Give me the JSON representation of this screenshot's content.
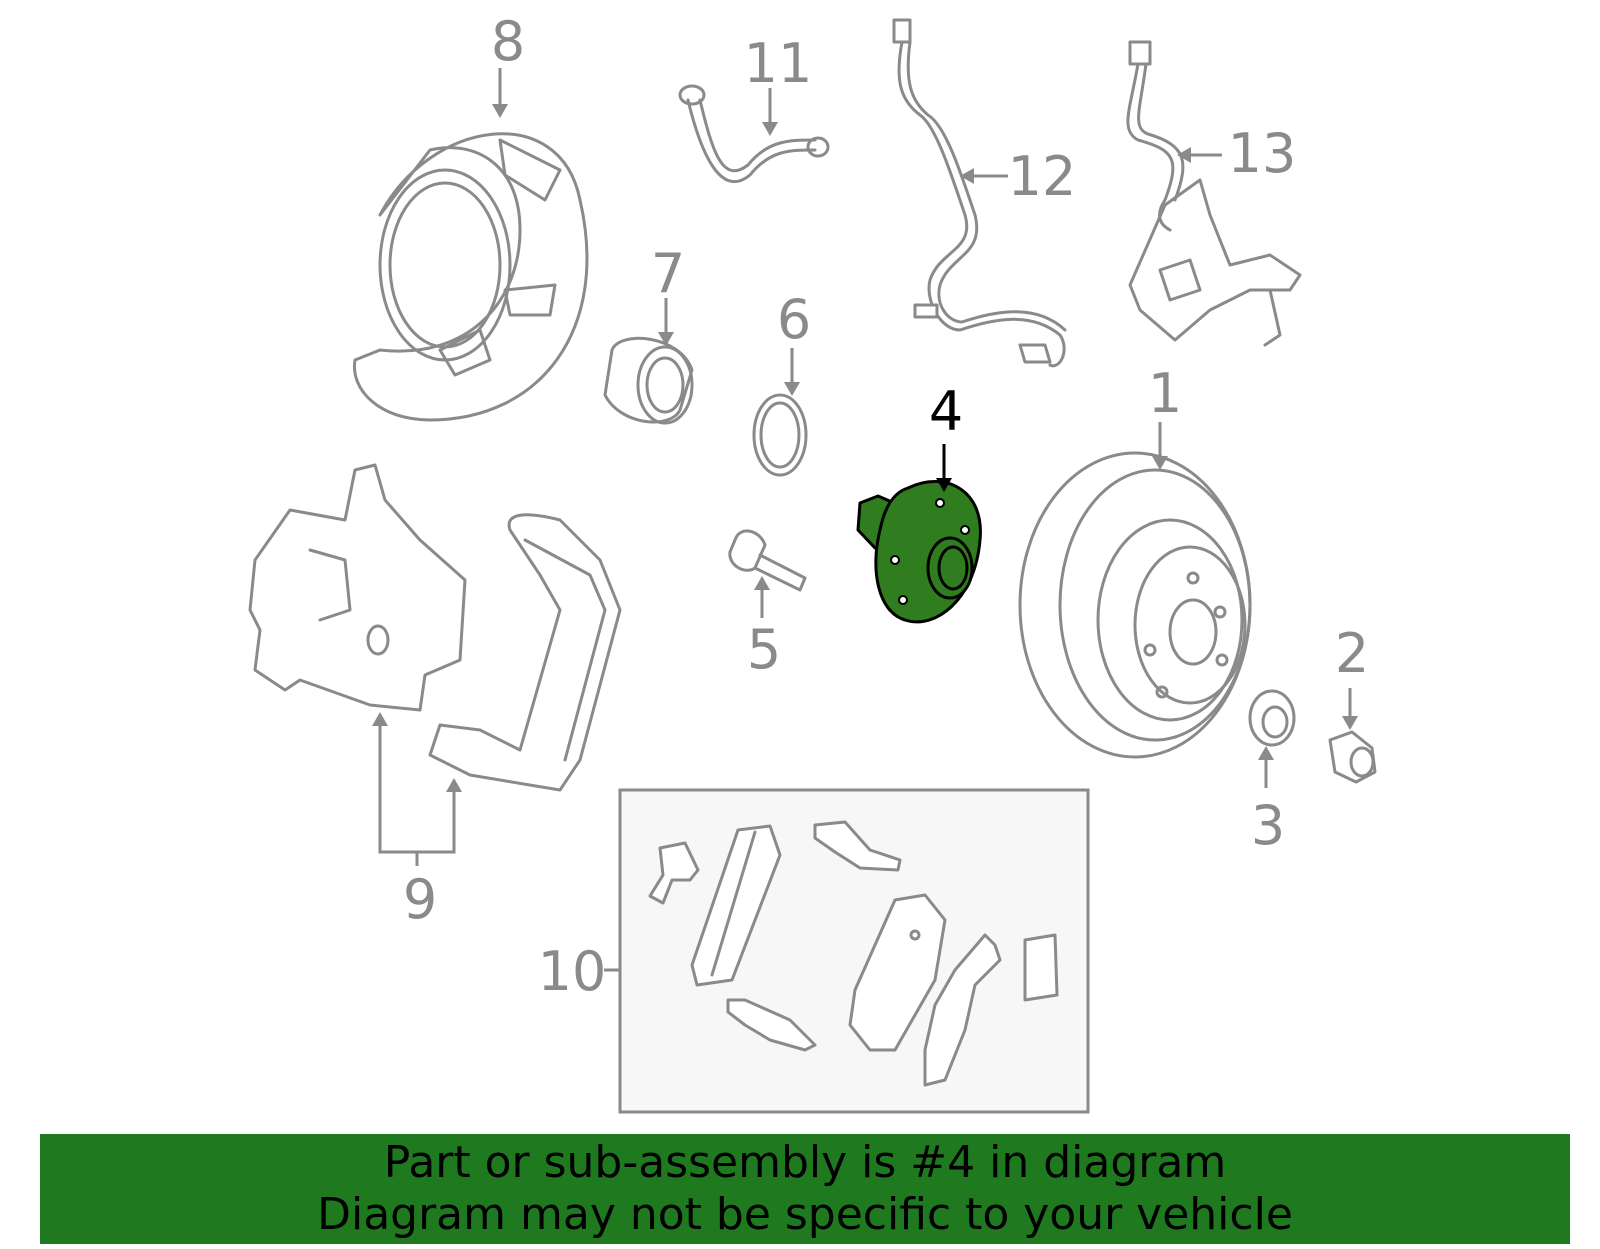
{
  "callouts": {
    "c1": "1",
    "c2": "2",
    "c3": "3",
    "c4": "4",
    "c5": "5",
    "c6": "6",
    "c7": "7",
    "c8": "8",
    "c9": "9",
    "c10": "10",
    "c11": "11",
    "c12": "12",
    "c13": "13"
  },
  "highlighted_part": "4",
  "banner": {
    "line1": "Part or sub-assembly is #4 in diagram",
    "line2": "Diagram may not be specific to your vehicle"
  },
  "colors": {
    "banner_bg": "#1f7a1f",
    "highlight_fill": "#2f7d1f",
    "part_stroke": "#8a8a8a"
  }
}
